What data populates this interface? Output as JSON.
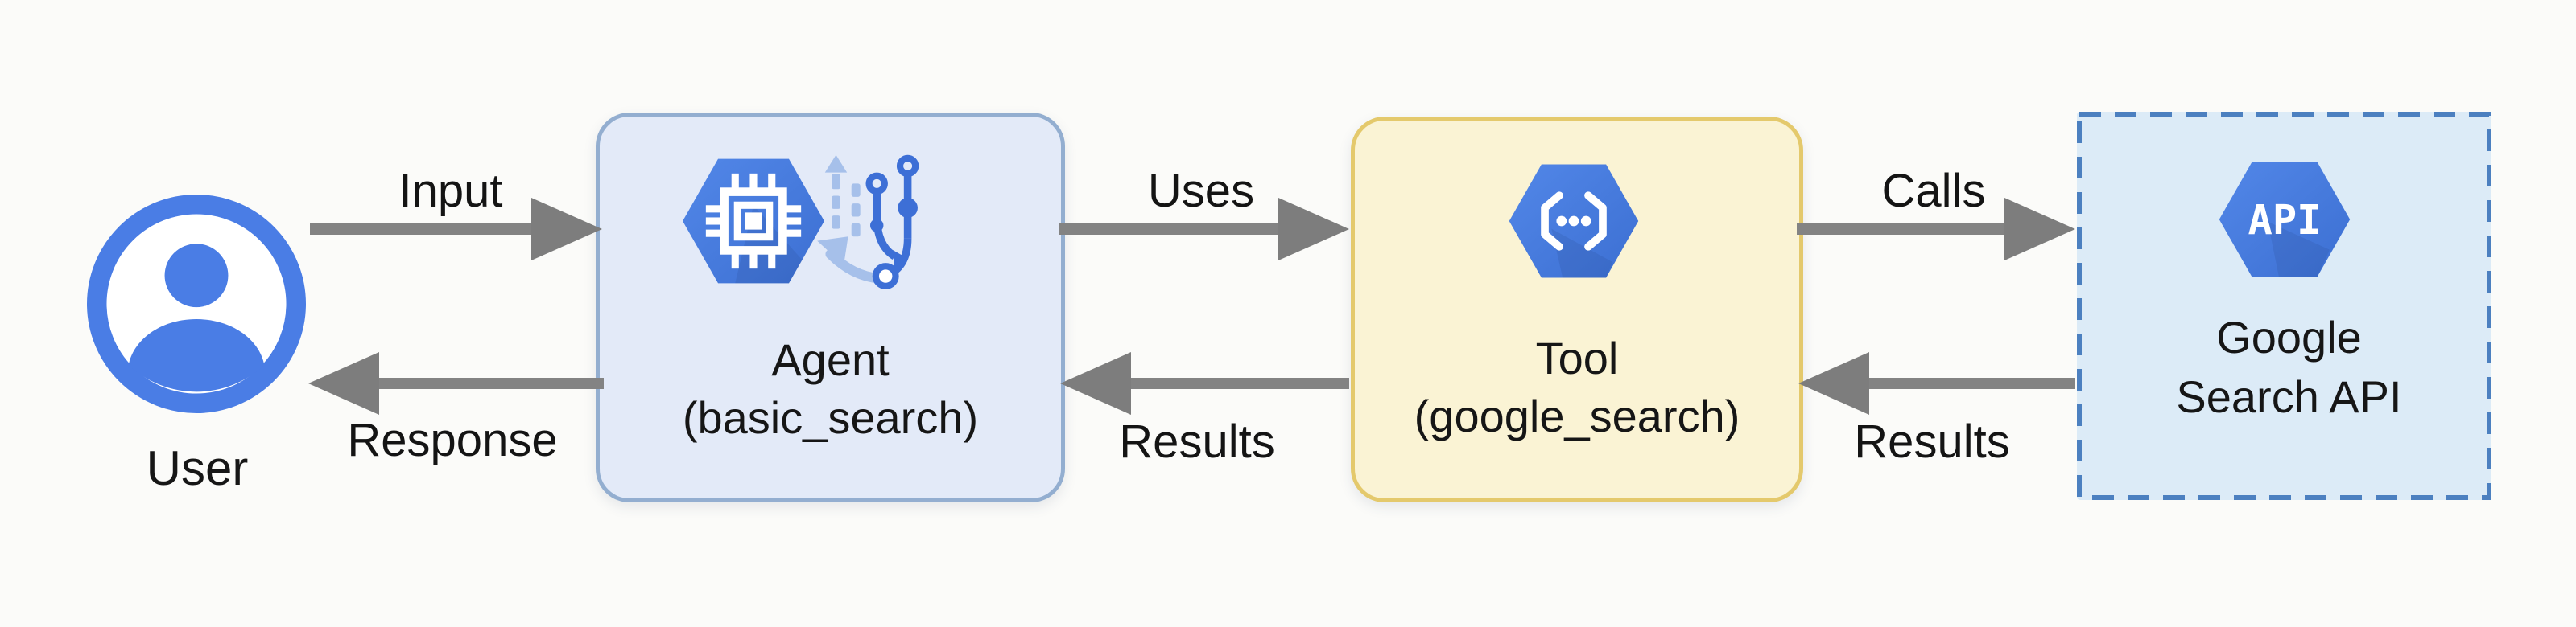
{
  "diagram": {
    "nodes": {
      "user": {
        "label": "User"
      },
      "agent": {
        "title": "Agent",
        "subtitle": "(basic_search)"
      },
      "tool": {
        "title": "Tool",
        "subtitle": "(google_search)"
      },
      "api": {
        "line1": "Google",
        "line2": "Search API",
        "badge": "API"
      }
    },
    "edges": {
      "input": "Input",
      "uses": "Uses",
      "calls": "Calls",
      "response": "Response",
      "results_tool_to_agent": "Results",
      "results_api_to_tool": "Results"
    },
    "icons": {
      "user": "user-account-circle-icon",
      "agent": [
        "chip-hexagon-icon",
        "branching-paths-icon"
      ],
      "tool": "code-brackets-hexagon-icon",
      "api": "api-hexagon-icon"
    },
    "colors": {
      "background": "#fbfbf9",
      "arrow_gray": "#7d7d7d",
      "hexagon_blue": "#4a80e0",
      "user_blue": "#4a7de5",
      "agent_fill": "#e3eaf8",
      "agent_border": "#93aed0",
      "tool_fill": "#faf3d4",
      "tool_border": "#e4c96c",
      "api_fill": "#dcebf7",
      "api_border": "#4c80c0",
      "text": "#161616"
    }
  }
}
